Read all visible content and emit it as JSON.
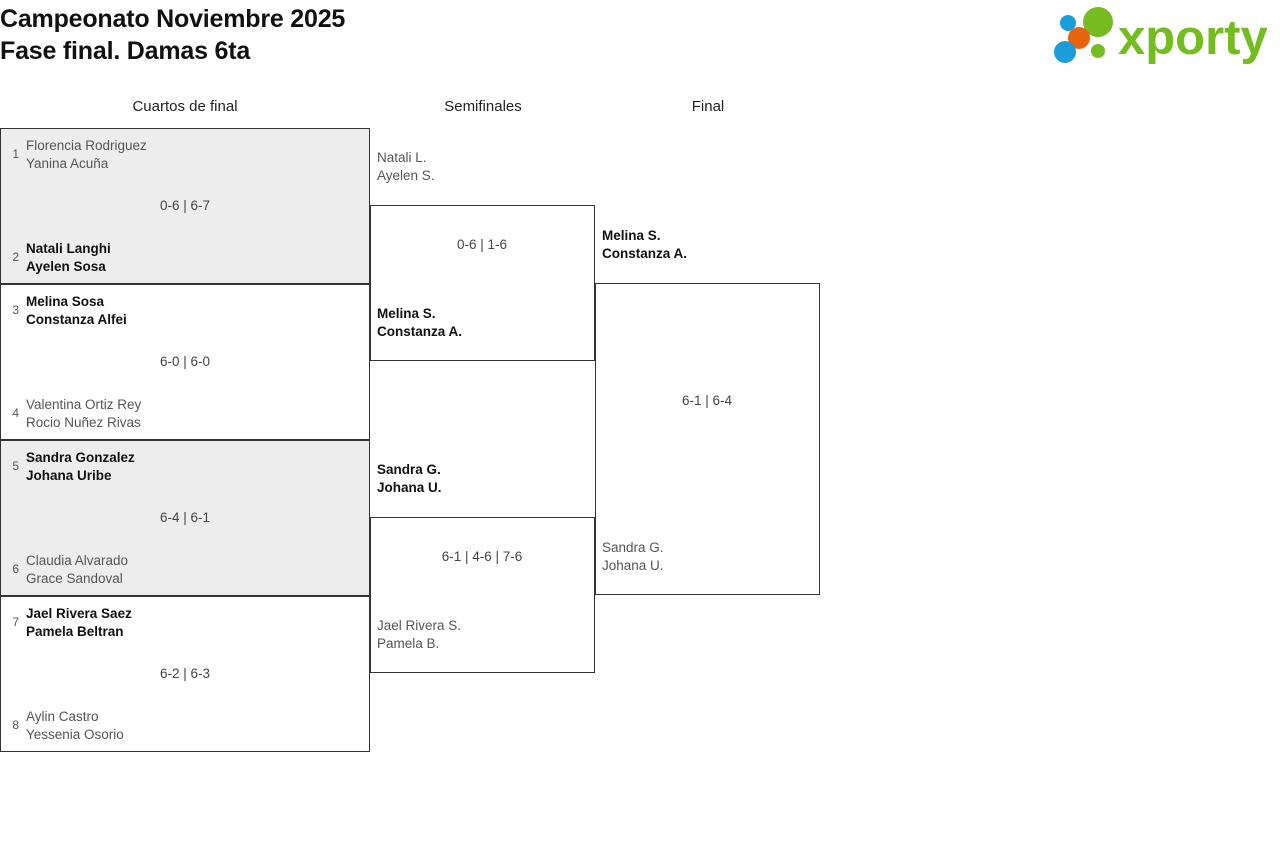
{
  "header": {
    "title_line1": "Campeonato Noviembre 2025",
    "title_line2": "Fase final. Damas 6ta",
    "logo_text": "xporty",
    "logo_colors": {
      "green": "#74bc1f",
      "blue": "#1b9dd9",
      "orange": "#e8640c"
    }
  },
  "rounds": [
    {
      "id": "qf",
      "label": "Cuartos de final"
    },
    {
      "id": "sf",
      "label": "Semifinales"
    },
    {
      "id": "f",
      "label": "Final"
    }
  ],
  "quarterfinals": [
    {
      "score": "0-6 | 6-7",
      "shaded": true,
      "top": {
        "seed": "1",
        "line1": "Florencia Rodriguez",
        "line2": "Yanina Acuña",
        "winner": false
      },
      "bottom": {
        "seed": "2",
        "line1": "Natali Langhi",
        "line2": "Ayelen Sosa",
        "winner": true
      }
    },
    {
      "score": "6-0 | 6-0",
      "shaded": false,
      "top": {
        "seed": "3",
        "line1": "Melina Sosa",
        "line2": "Constanza Alfei",
        "winner": true
      },
      "bottom": {
        "seed": "4",
        "line1": "Valentina Ortiz Rey",
        "line2": "Rocio Nuñez Rivas",
        "winner": false
      }
    },
    {
      "score": "6-4 | 6-1",
      "shaded": true,
      "top": {
        "seed": "5",
        "line1": "Sandra Gonzalez",
        "line2": "Johana Uribe",
        "winner": true
      },
      "bottom": {
        "seed": "6",
        "line1": "Claudia Alvarado",
        "line2": "Grace Sandoval",
        "winner": false
      }
    },
    {
      "score": "6-2 | 6-3",
      "shaded": false,
      "top": {
        "seed": "7",
        "line1": "Jael Rivera Saez",
        "line2": "Pamela Beltran",
        "winner": true
      },
      "bottom": {
        "seed": "8",
        "line1": "Aylin Castro",
        "line2": "Yessenia Osorio",
        "winner": false
      }
    }
  ],
  "semifinals": [
    {
      "score": "0-6 | 1-6",
      "top": {
        "line1": "Natali L.",
        "line2": "Ayelen S.",
        "winner": false
      },
      "bottom": {
        "line1": "Melina S.",
        "line2": "Constanza A.",
        "winner": true
      }
    },
    {
      "score": "6-1 | 4-6 | 7-6",
      "top": {
        "line1": "Sandra G.",
        "line2": "Johana U.",
        "winner": true
      },
      "bottom": {
        "line1": "Jael Rivera S.",
        "line2": "Pamela B.",
        "winner": false
      }
    }
  ],
  "final": {
    "score": "6-1 | 6-4",
    "top": {
      "line1": "Melina S.",
      "line2": "Constanza A.",
      "winner": true
    },
    "bottom": {
      "line1": "Sandra G.",
      "line2": "Johana U.",
      "winner": false
    }
  }
}
